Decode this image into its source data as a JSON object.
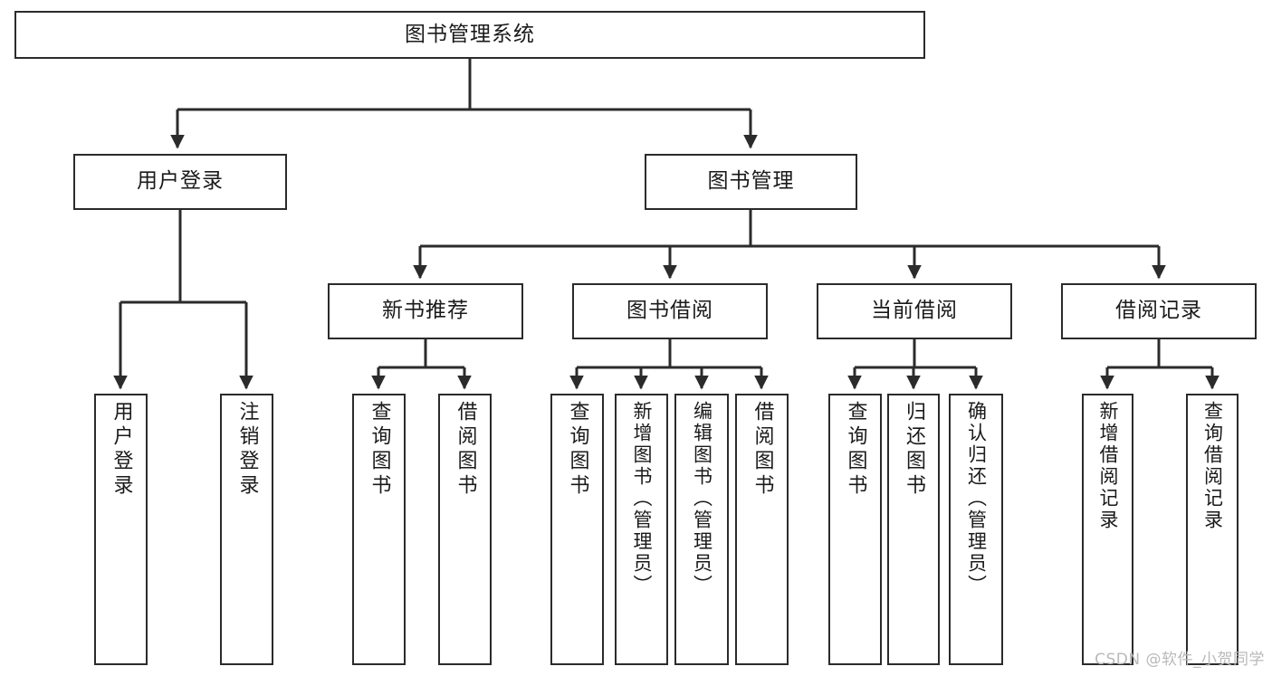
{
  "diagram": {
    "title": "图书管理系统",
    "type": "tree-hierarchy-chart",
    "watermark": "CSDN @软件_小贺同学",
    "colors": {
      "stroke": "#2b2b2b",
      "fill": "#ffffff",
      "text": "#1a1a1a",
      "watermark": "#b9b9b9"
    },
    "root": {
      "id": "root",
      "label": "图书管理系统"
    },
    "level1": [
      {
        "id": "user-login",
        "label": "用户登录"
      },
      {
        "id": "book-manage",
        "label": "图书管理"
      }
    ],
    "level2": [
      {
        "id": "new-book-recommend",
        "label": "新书推荐"
      },
      {
        "id": "book-borrow",
        "label": "图书借阅"
      },
      {
        "id": "current-borrow",
        "label": "当前借阅"
      },
      {
        "id": "borrow-record",
        "label": "借阅记录"
      }
    ],
    "leaves": {
      "user-login": [
        {
          "id": "leaf-user-login",
          "label": "用户登录"
        },
        {
          "id": "leaf-user-logout",
          "label": "注销登录"
        }
      ],
      "new-book-recommend": [
        {
          "id": "leaf-query-book-1",
          "label": "查询图书"
        },
        {
          "id": "leaf-borrow-book-1",
          "label": "借阅图书"
        }
      ],
      "book-borrow": [
        {
          "id": "leaf-query-book-2",
          "label": "查询图书"
        },
        {
          "id": "leaf-add-book-admin",
          "label": "新增图书（管理员）"
        },
        {
          "id": "leaf-edit-book-admin",
          "label": "编辑图书（管理员）"
        },
        {
          "id": "leaf-borrow-book-2",
          "label": "借阅图书"
        }
      ],
      "current-borrow": [
        {
          "id": "leaf-query-book-3",
          "label": "查询图书"
        },
        {
          "id": "leaf-return-book",
          "label": "归还图书"
        },
        {
          "id": "leaf-confirm-return-admin",
          "label": "确认归还（管理员）"
        }
      ],
      "borrow-record": [
        {
          "id": "leaf-add-borrow-record",
          "label": "新增借阅记录"
        },
        {
          "id": "leaf-query-borrow-record",
          "label": "查询借阅记录"
        }
      ]
    }
  }
}
